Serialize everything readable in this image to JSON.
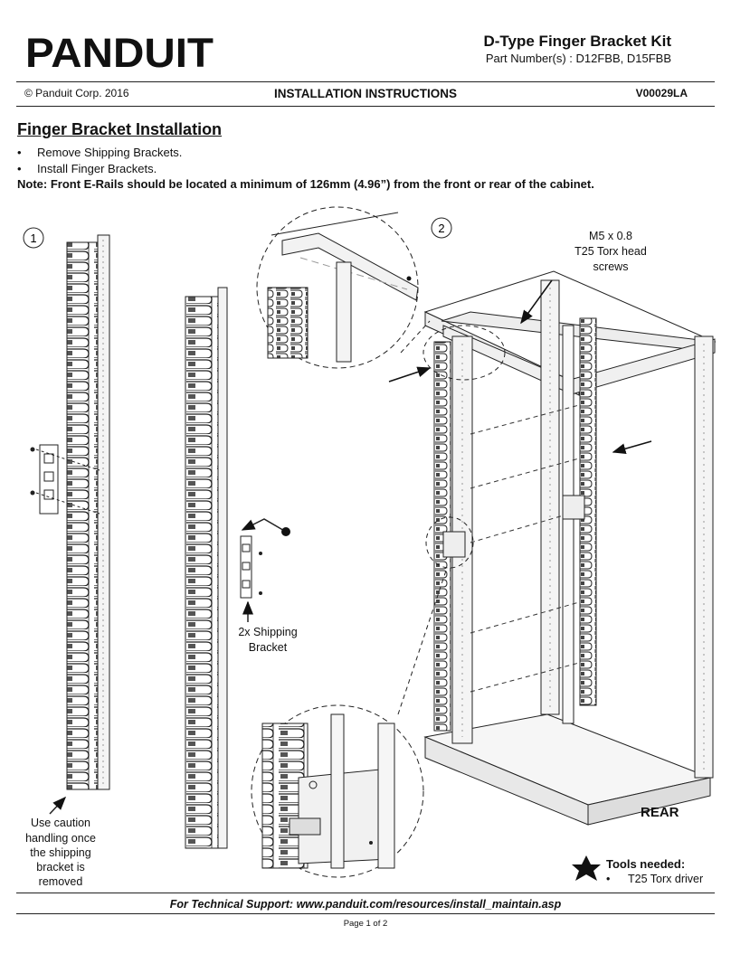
{
  "header": {
    "logo_text": "PANDUIT",
    "title": "D-Type Finger Bracket Kit",
    "part_numbers": "Part Number(s) : D12FBB, D15FBB"
  },
  "subheader": {
    "copyright": "© Panduit Corp. 2016",
    "center_title": "INSTALLATION INSTRUCTIONS",
    "doc_number": "V00029LA"
  },
  "section": {
    "title": "Finger Bracket Installation",
    "bullets": [
      "Remove Shipping Brackets.",
      "Install Finger Brackets."
    ],
    "note": "Note: Front E-Rails should be located a minimum of 126mm (4.96”) from the front or rear of the cabinet."
  },
  "figure": {
    "step1": "1",
    "step2": "2",
    "screws_label": [
      "M5 x 0.8",
      "T25 Torx head",
      "screws"
    ],
    "shipping_label": [
      "2x Shipping",
      "Bracket"
    ],
    "caution_label": [
      "Use caution",
      "handling once",
      "the shipping",
      "bracket is",
      "removed"
    ],
    "rear_label": "REAR"
  },
  "tools": {
    "title": "Tools needed:",
    "items": [
      "T25 Torx driver"
    ]
  },
  "footer": {
    "support": "For Technical Support: www.panduit.com/resources/install_maintain.asp",
    "page": "Page 1 of 2"
  }
}
